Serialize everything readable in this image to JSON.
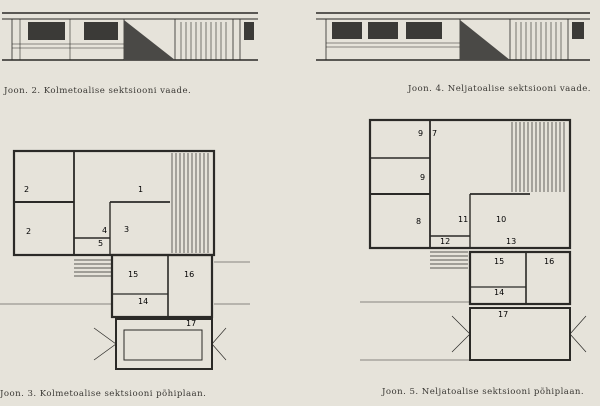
{
  "captions": {
    "fig2": "Joon. 2. Kolmetoalise sektsiooni vaade.",
    "fig3": "Joon. 3. Kolmetoalise sektsiooni põhiplaan.",
    "fig4": "Joon. 4. Neljatoalise sektsiooni vaade.",
    "fig5": "Joon. 5. Neljatoalise sektsiooni põhiplaan."
  },
  "plan3_rooms": {
    "r1": "1",
    "r2a": "2",
    "r2b": "2",
    "r3": "3",
    "r4": "4",
    "r5": "5",
    "r14": "14",
    "r15": "15",
    "r16": "16",
    "r17": "17"
  },
  "plan5_rooms": {
    "r9a": "9",
    "r7": "7",
    "r9b": "9",
    "r8": "8",
    "r10": "10",
    "r11": "11",
    "r12": "12",
    "r13": "13",
    "r14": "14",
    "r15": "15",
    "r16": "16",
    "r17": "17"
  },
  "colors": {
    "paper": "#e6e3da",
    "ink": "#2b2a27",
    "shade": "#555350"
  }
}
